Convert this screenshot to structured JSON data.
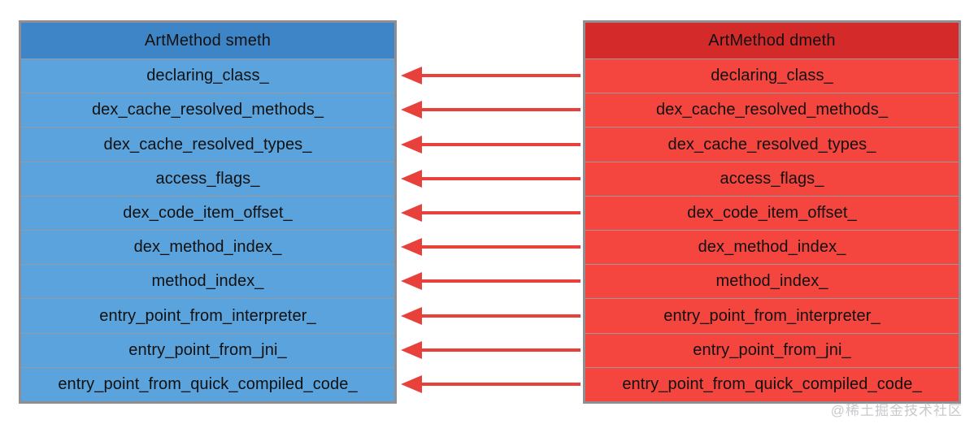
{
  "background_color": "#ffffff",
  "diagram": {
    "title_left": "ArtMethod smeth",
    "title_right": "ArtMethod dmeth",
    "field_rows": [
      "declaring_class_",
      "dex_cache_resolved_methods_",
      "dex_cache_resolved_types_",
      "access_flags_",
      "dex_code_item_offset_",
      "dex_method_index_",
      "method_index_",
      "entry_point_from_interpreter_",
      "entry_point_from_jni_",
      "entry_point_from_quick_compiled_code_"
    ],
    "left_table": {
      "header_label": "ArtMethod smeth",
      "header_color": "#3d85c6",
      "row_color": "#5ba3dc",
      "border_color": "#8e8e93",
      "rows": [
        "declaring_class_",
        "dex_cache_resolved_methods_",
        "dex_cache_resolved_types_",
        "access_flags_",
        "dex_code_item_offset_",
        "dex_method_index_",
        "method_index_",
        "entry_point_from_interpreter_",
        "entry_point_from_jni_",
        "entry_point_from_quick_compiled_code_"
      ]
    },
    "right_table": {
      "header_label": "ArtMethod dmeth",
      "header_color": "#d42a2a",
      "row_color": "#f4453f",
      "border_color": "#8e8e93",
      "rows": [
        "declaring_class_",
        "dex_cache_resolved_methods_",
        "dex_cache_resolved_types_",
        "access_flags_",
        "dex_code_item_offset_",
        "dex_method_index_",
        "method_index_",
        "entry_point_from_interpreter_",
        "entry_point_from_jni_",
        "entry_point_from_quick_compiled_code_"
      ]
    },
    "arrows": {
      "count": 10,
      "direction": "right-to-left",
      "color": "#e8413c"
    }
  },
  "watermark": {
    "text": "@稀土掘金技术社区",
    "color": "#c9c9cc"
  }
}
